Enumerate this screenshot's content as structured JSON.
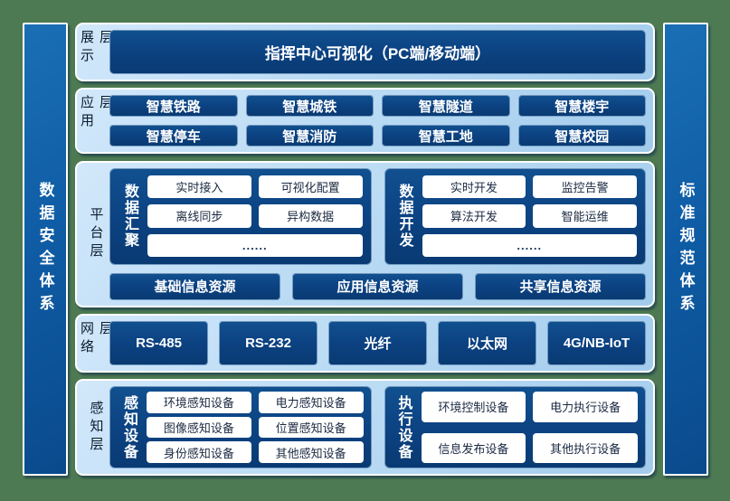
{
  "colors": {
    "background_green": "#4d7a52",
    "panel_light_blue": "#b7d9f3",
    "box_navy": "#0c4383",
    "pillar_blue": "#0f5da6",
    "text_white": "#ffffff",
    "text_dark": "#0c1c30"
  },
  "pillars": {
    "left": {
      "label": "数据安全体系"
    },
    "right": {
      "label": "标准规范体系"
    }
  },
  "layers": [
    {
      "label": "展示层",
      "items": [
        "指挥中心可视化（PC端/移动端）"
      ]
    },
    {
      "label": "应用层",
      "items": [
        "智慧铁路",
        "智慧城铁",
        "智慧隧道",
        "智慧楼宇",
        "智慧停车",
        "智慧消防",
        "智慧工地",
        "智慧校园"
      ]
    },
    {
      "label": "平台层",
      "groups": [
        {
          "label": "数据汇聚",
          "items": [
            "实时接入",
            "可视化配置",
            "离线同步",
            "异构数据"
          ],
          "more": "......"
        },
        {
          "label": "数据开发",
          "items": [
            "实时开发",
            "监控告警",
            "算法开发",
            "智能运维"
          ],
          "more": "......"
        }
      ],
      "resources": [
        "基础信息资源",
        "应用信息资源",
        "共享信息资源"
      ]
    },
    {
      "label": "网络层",
      "items": [
        "RS-485",
        "RS-232",
        "光纤",
        "以太网",
        "4G/NB-IoT"
      ]
    },
    {
      "label": "感知层",
      "groups": [
        {
          "label": "感知设备",
          "items": [
            "环境感知设备",
            "电力感知设备",
            "图像感知设备",
            "位置感知设备",
            "身份感知设备",
            "其他感知设备"
          ]
        },
        {
          "label": "执行设备",
          "items": [
            "环境控制设备",
            "电力执行设备",
            "信息发布设备",
            "其他执行设备"
          ]
        }
      ]
    }
  ]
}
